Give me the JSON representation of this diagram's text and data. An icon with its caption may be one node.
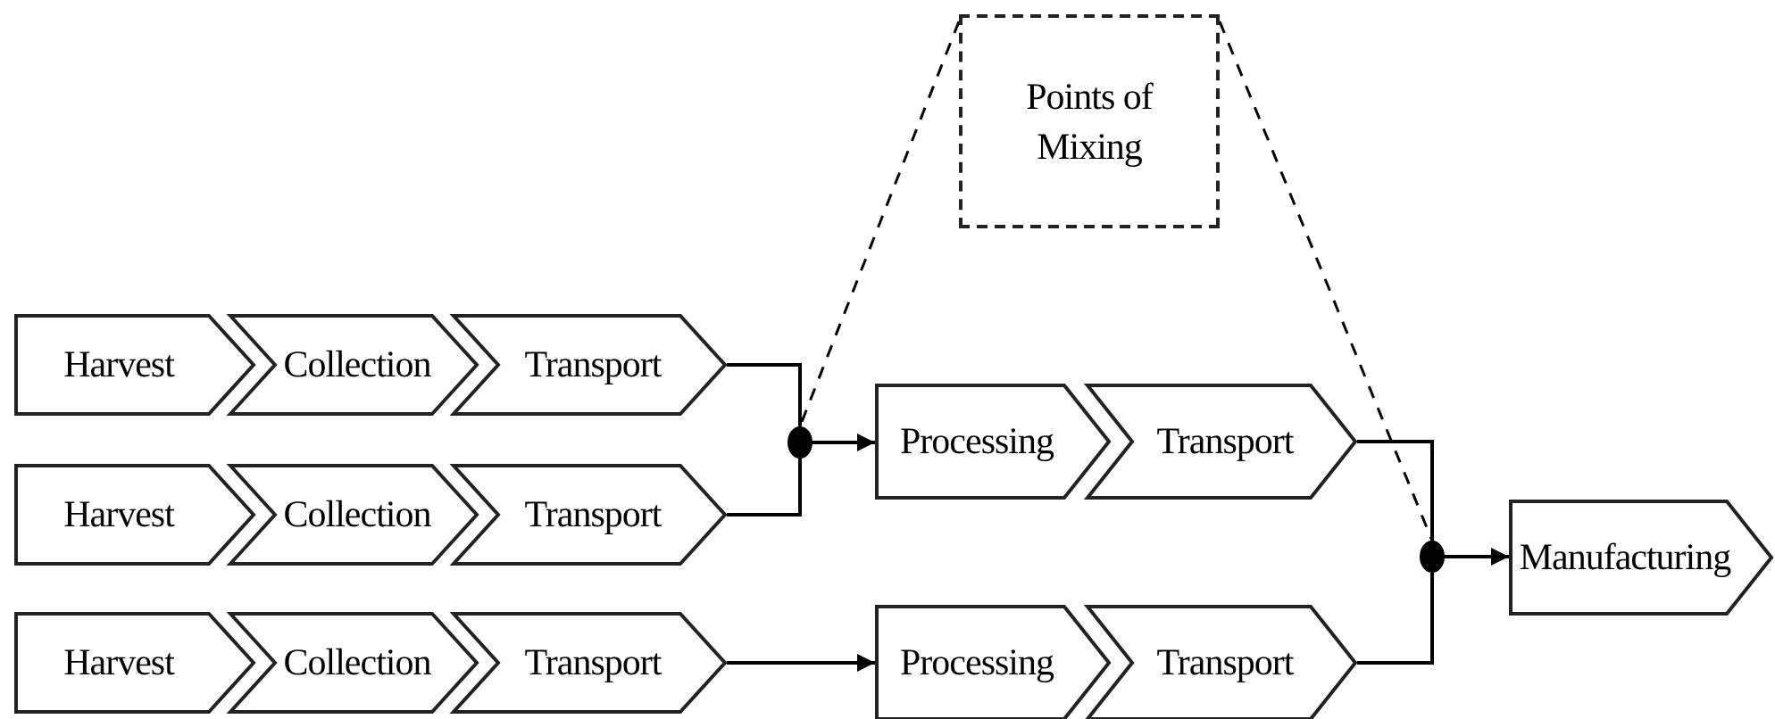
{
  "diagram": {
    "nodes": [
      {
        "text": [
          "Points of Mixing"
        ]
      },
      {
        "text": [
          "Harvest"
        ]
      },
      {
        "text": [
          "Collection"
        ]
      },
      {
        "text": [
          "Transport"
        ]
      },
      {
        "text": [
          "Harvest"
        ]
      },
      {
        "text": [
          "Collection"
        ]
      },
      {
        "text": [
          "Transport"
        ]
      },
      {
        "text": [
          "Harvest"
        ]
      },
      {
        "text": [
          "Collection"
        ]
      },
      {
        "text": [
          "Transport"
        ]
      },
      {
        "text": [],
        "shape": "circle"
      },
      {
        "text": [
          "Processing"
        ]
      },
      {
        "text": [
          "Transport"
        ]
      },
      {
        "text": [
          "Processing"
        ]
      },
      {
        "text": [
          "Transport"
        ]
      },
      {
        "text": [],
        "shape": "circle"
      },
      {
        "text": [
          "Manufacturing"
        ]
      }
    ],
    "edges": [
      {
        "from": 3,
        "to": 10,
        "arrow": "none"
      },
      {
        "from": 6,
        "to": 10,
        "arrow": "none"
      },
      {
        "from": 10,
        "to": 11,
        "arrow": "to"
      },
      {
        "from": 9,
        "to": 13,
        "arrow": "to"
      },
      {
        "from": 12,
        "to": 15,
        "arrow": "none"
      },
      {
        "from": 14,
        "to": 15,
        "arrow": "none"
      },
      {
        "from": 15,
        "to": 16,
        "arrow": "to"
      },
      {
        "from": 0,
        "to": 10,
        "arrow": "none",
        "style": "dashed"
      },
      {
        "from": 0,
        "to": 15,
        "arrow": "none",
        "style": "dashed"
      }
    ]
  }
}
